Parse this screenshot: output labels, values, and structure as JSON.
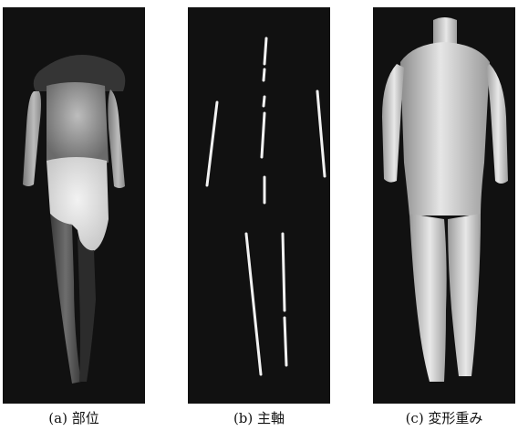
{
  "figure": {
    "panels": [
      {
        "id": "a",
        "caption": "(a) 部位"
      },
      {
        "id": "b",
        "caption": "(b) 主軸"
      },
      {
        "id": "c",
        "caption": "(c) 変形重み"
      }
    ]
  },
  "colors": {
    "background": "#111111",
    "segment_line": "#f2f2f2"
  }
}
